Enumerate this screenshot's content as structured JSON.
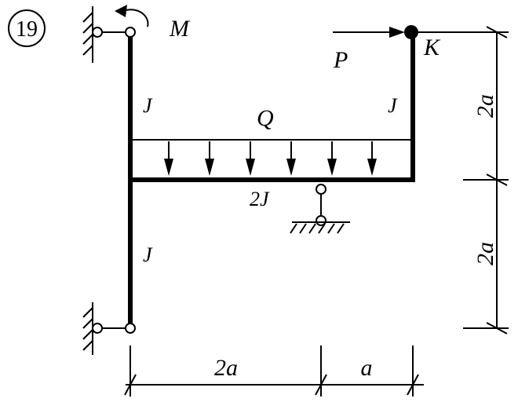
{
  "problem_number": "19",
  "labels": {
    "moment": "M",
    "force": "P",
    "point": "K",
    "distributed_load": "Q",
    "stiffness_left_upper": "J",
    "stiffness_right": "J",
    "stiffness_beam": "2J",
    "stiffness_left_lower": "J"
  },
  "dimensions": {
    "vertical_upper": "2a",
    "vertical_lower": "2a",
    "horizontal_left": "2a",
    "horizontal_right": "a"
  }
}
